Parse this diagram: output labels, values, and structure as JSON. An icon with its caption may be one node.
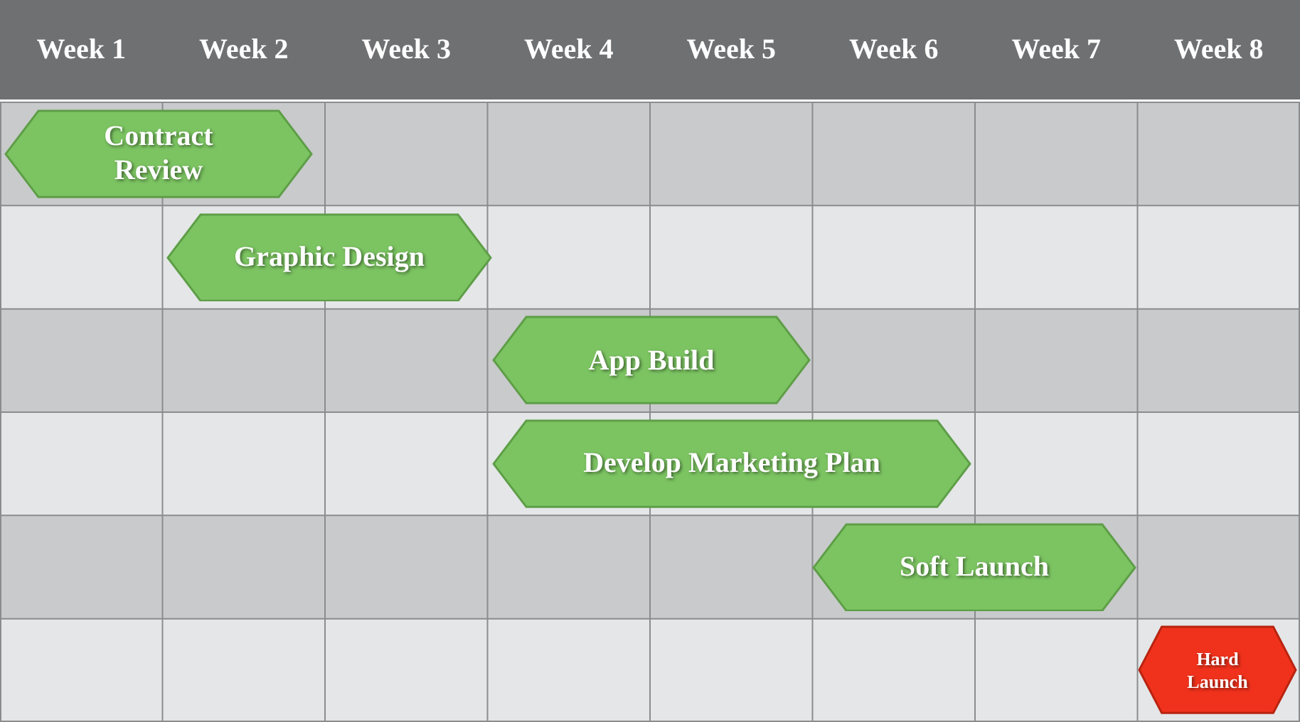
{
  "diagram": {
    "nodes": [
      {
        "text": [
          "Contract Review"
        ]
      },
      {
        "text": [
          "Graphic Design"
        ]
      },
      {
        "text": [
          "App Build"
        ]
      },
      {
        "text": [
          "Develop Marketing Plan"
        ]
      },
      {
        "text": [
          "Soft Launch"
        ]
      },
      {
        "text": [
          "Hard Launch"
        ]
      }
    ],
    "labels": [
      "Week 1",
      "Week 2",
      "Week 3",
      "Week 4",
      "Week 5",
      "Week 6",
      "Week 7",
      "Week 8"
    ]
  }
}
